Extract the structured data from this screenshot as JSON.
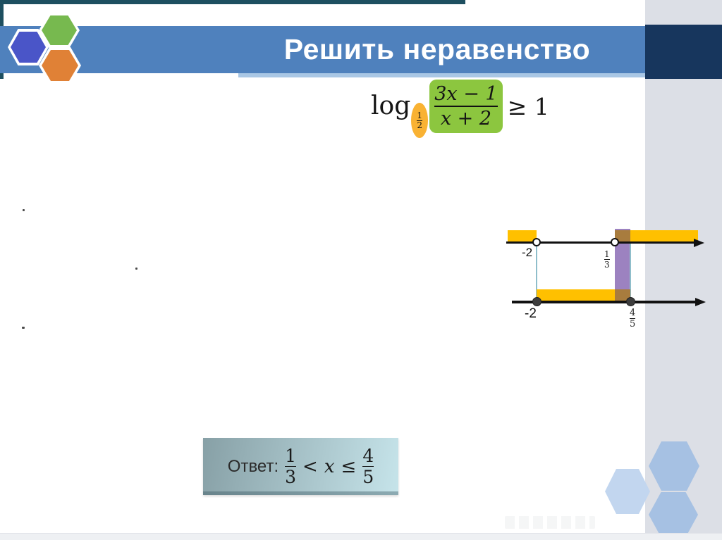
{
  "slide": {
    "title": "Решить неравенство",
    "formula": {
      "func": "log",
      "base_frac": {
        "num": "1",
        "den": "2"
      },
      "arg_frac": {
        "num": "3x − 1",
        "den": "x + 2"
      },
      "relation": "≥ 1"
    },
    "number_lines": [
      {
        "name": "numerator-denominator sign line",
        "points": [
          {
            "value": "-2",
            "style": "open"
          },
          {
            "value": "1/3",
            "style": "open"
          }
        ],
        "shaded_regions": [
          "x < -2",
          "x > 1/3"
        ],
        "left_label": "-2",
        "right_frac": {
          "num": "1",
          "den": "3"
        }
      },
      {
        "name": "second condition line",
        "points": [
          {
            "value": "-2",
            "style": "closed"
          },
          {
            "value": "4/5",
            "style": "closed"
          }
        ],
        "shaded_regions": [
          "-2 ≤ x ≤ 4/5"
        ],
        "left_label": "-2",
        "right_frac": {
          "num": "4",
          "den": "5"
        }
      }
    ],
    "answer": {
      "label": "Ответ:",
      "frac1": {
        "num": "1",
        "den": "3"
      },
      "rel1": "<",
      "variable": "x",
      "rel2": "≤",
      "frac2": {
        "num": "4",
        "den": "5"
      }
    },
    "colors": {
      "header_band": "#4F81BD",
      "navy_block": "#17365D",
      "corner_bars": "#1E4F60",
      "side_column": "#DCDFE6",
      "highlight_yellow": "#FFC000",
      "highlight_purple": "#9C82C0",
      "overlap_brown": "#A87C3E",
      "formula_green": "#8CC63F",
      "formula_orange": "#F9B233",
      "hex_blue": "#4A55C8",
      "hex_green": "#77B94F",
      "hex_orange": "#E08136",
      "hex_light_blue": "#A6C1E3",
      "answer_gradient_left": "#87A0A6",
      "answer_gradient_right": "#C6E4EA"
    }
  }
}
